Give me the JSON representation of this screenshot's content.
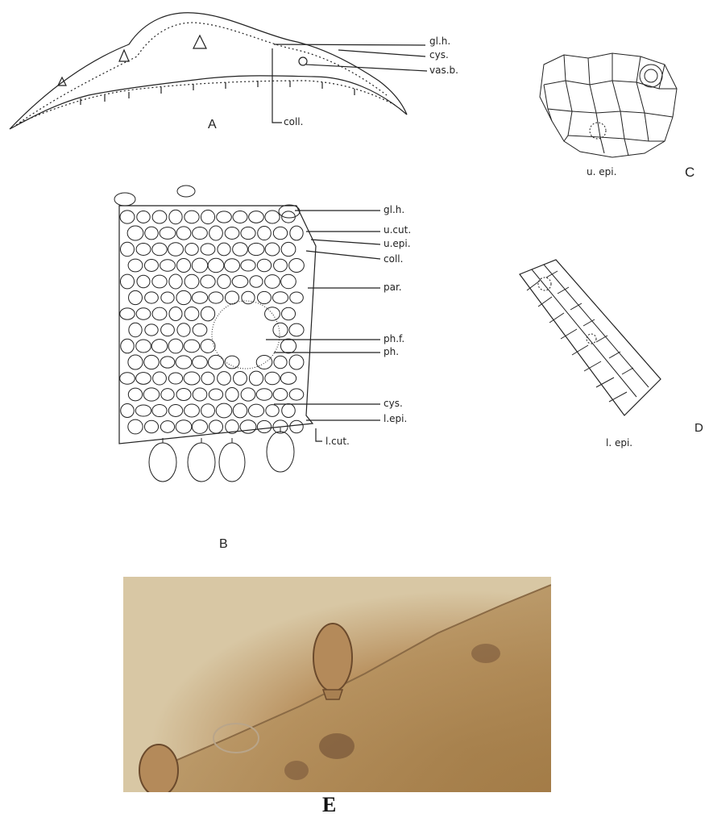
{
  "figure": {
    "panel_a": {
      "letter": "A",
      "labels": {
        "glh": "gl.h.",
        "cys": "cys.",
        "vasb": "vas.b.",
        "coll": "coll."
      }
    },
    "panel_b": {
      "letter": "B",
      "labels": {
        "glh": "gl.h.",
        "ucut": "u.cut.",
        "uepi": "u.epi.",
        "coll": "coll.",
        "par": "par.",
        "phf": "ph.f.",
        "ph": "ph.",
        "cys": "cys.",
        "lepi": "l.epi.",
        "lcut": "l.cut."
      }
    },
    "panel_c": {
      "letter": "C",
      "label": "u. epi."
    },
    "panel_d": {
      "letter": "D",
      "label": "l. epi."
    },
    "panel_e": {
      "letter": "E"
    }
  }
}
